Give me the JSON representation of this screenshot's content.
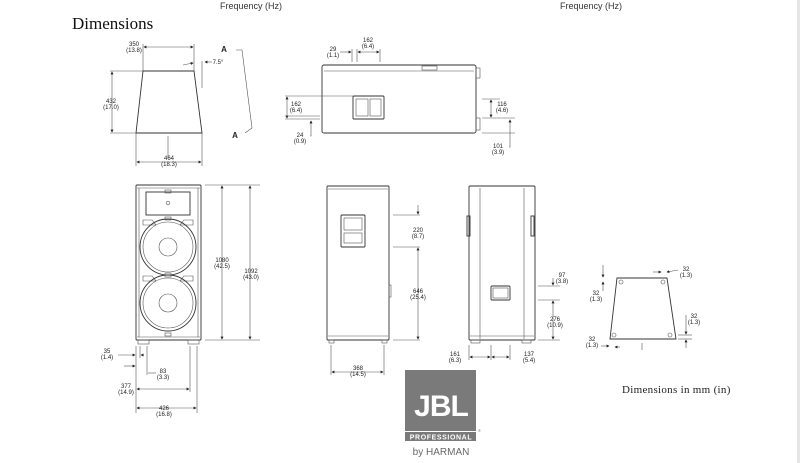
{
  "header": {
    "cut_off_labels": [
      "Frequency (Hz)",
      "Frequency (Hz)"
    ]
  },
  "title": "Dimensions",
  "units_note": "Dimensions in mm (in)",
  "section_marker": "A",
  "angle_label": "7.5°",
  "top_view": {
    "top_width": [
      "350",
      "(13.8)"
    ],
    "depth": [
      "432",
      "(17.0)"
    ],
    "bottom_width": [
      "464",
      "(18.3)"
    ]
  },
  "side_top_view": {
    "offset": [
      "29",
      "(1.1)"
    ],
    "handle_width": [
      "162",
      "(6.4)"
    ],
    "handle_height": [
      "162",
      "(6.4)"
    ],
    "handle_bottom": [
      "24",
      "(0.9)"
    ],
    "rear_handle": [
      "116",
      "(4.6)"
    ],
    "rear_bottom": [
      "101",
      "(3.9)"
    ]
  },
  "front_view": {
    "inner_height": [
      "1080",
      "(42.5)"
    ],
    "total_height": [
      "1092",
      "(43.0)"
    ],
    "foot_offset": [
      "35",
      "(1.4)"
    ],
    "foot_width": [
      "83",
      "(3.3)"
    ],
    "foot_spacing": [
      "377",
      "(14.9)"
    ],
    "width": [
      "426",
      "(16.8)"
    ]
  },
  "side_view": {
    "handle_top": [
      "220",
      "(8.7)"
    ],
    "handle_height": [
      "646",
      "(25.4)"
    ],
    "depth": [
      "368",
      "(14.5)"
    ]
  },
  "rear_view": {
    "plate_height": [
      "97",
      "(3.8)"
    ],
    "plate_bottom": [
      "276",
      "(10.9)"
    ],
    "left_offset": [
      "161",
      "(6.3)"
    ],
    "plate_width": [
      "137",
      "(5.4)"
    ]
  },
  "bottom_view": {
    "labels": [
      [
        "32",
        "(1.3)"
      ],
      [
        "32",
        "(1.3)"
      ],
      [
        "32",
        "(1.3)"
      ],
      [
        "32",
        "(1.3)"
      ]
    ]
  },
  "logo": {
    "brand": "JBL",
    "line": "PROFESSIONAL",
    "by": "by HARMAN",
    "color": "#7a7a7a"
  }
}
